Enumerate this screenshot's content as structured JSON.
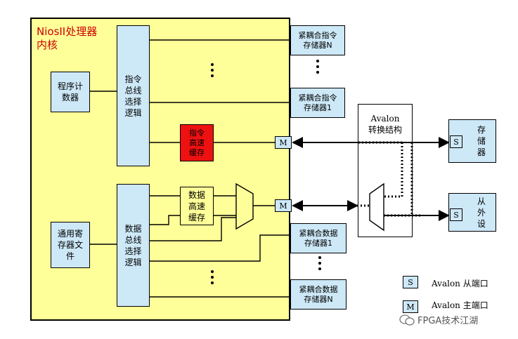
{
  "core": {
    "title_line1": "NiosII处理器",
    "title_line2": "内核"
  },
  "program_counter": {
    "label": "程序计\n数器"
  },
  "gpr_file": {
    "label": "通用寄\n存器文\n件"
  },
  "instr_bus_logic": {
    "label": "指令\n总线\n选择\n逻辑"
  },
  "data_bus_logic": {
    "label": "数据\n总线\n选择\n逻辑"
  },
  "instr_cache": {
    "label": "指令\n高速\n缓存"
  },
  "data_cache": {
    "label": "数据\n高速\n缓存"
  },
  "tcm_instr_n": {
    "label": "紧耦合指令\n存储器N"
  },
  "tcm_instr_1": {
    "label": "紧耦合指令\n存储器1"
  },
  "tcm_data_1": {
    "label": "紧耦合数据\n存储器1"
  },
  "tcm_data_n": {
    "label": "紧耦合数据\n存储器N"
  },
  "avalon": {
    "label": "Avalon\n转换结构"
  },
  "memory": {
    "label": "存\n储\n器"
  },
  "peripheral": {
    "label": "从\n外\n设"
  },
  "ports": {
    "master": "M",
    "slave": "S"
  },
  "legend": {
    "slave_symbol": "S",
    "slave_text": "Avalon 从端口",
    "master_symbol": "M",
    "master_text": "Avalon 主端口"
  },
  "watermark": "FPGA技术江湖",
  "colors": {
    "core_fill": "#ffff99",
    "block_fill": "#cde8f7",
    "cache_red": "#ee1111",
    "title_red": "#cc0000"
  }
}
